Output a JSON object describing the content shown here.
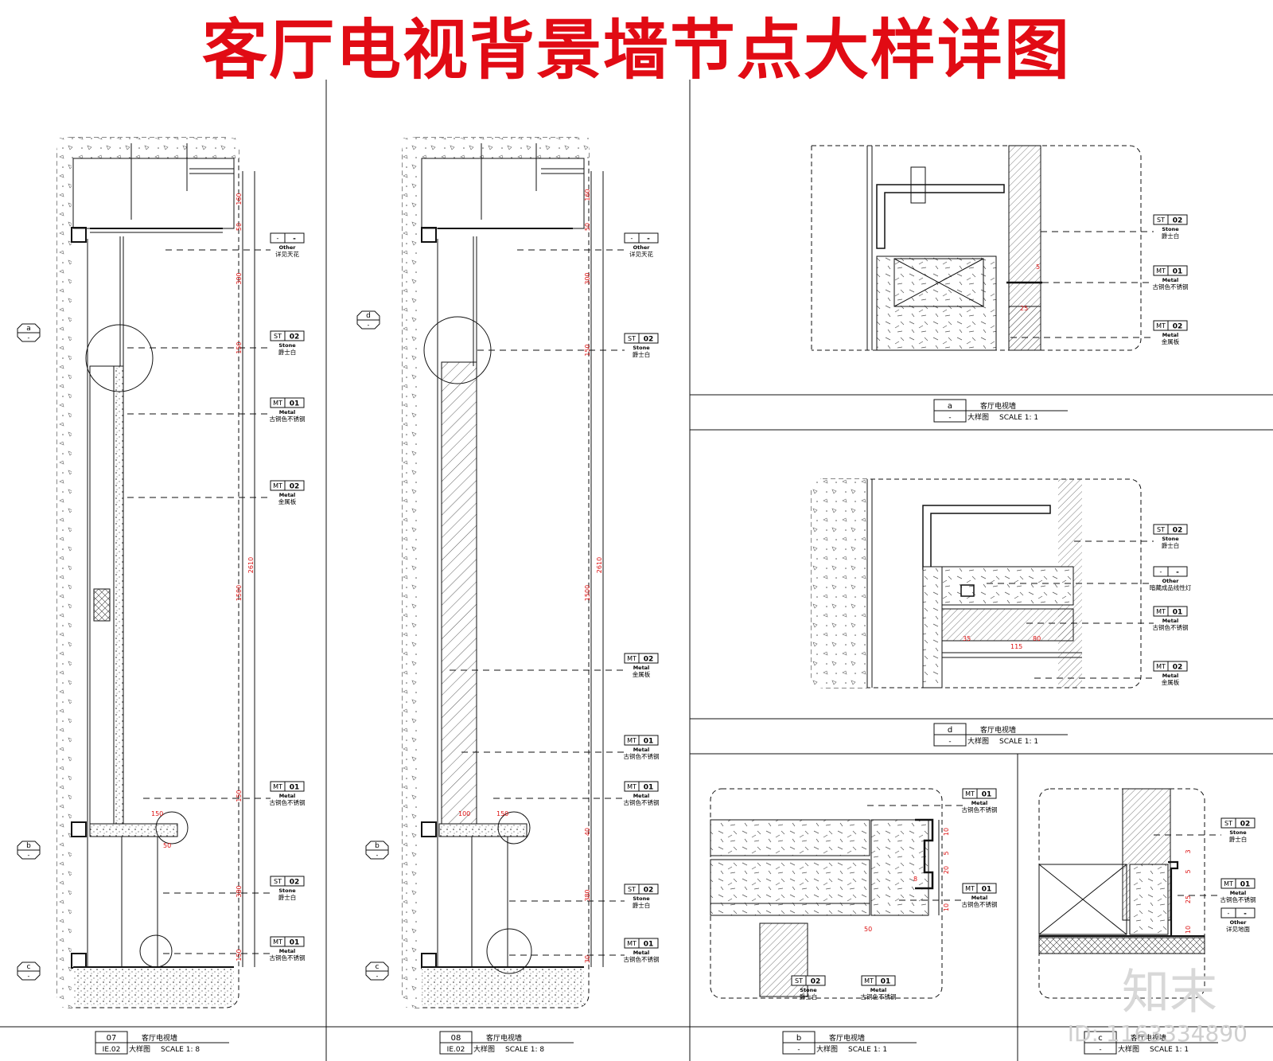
{
  "title": "客厅电视背景墙节点大样详图",
  "watermark": {
    "id": "ID: 1163334890",
    "logo": "知末"
  },
  "colors": {
    "title": "#e10b14",
    "dim": "#d11",
    "line": "#111"
  },
  "materials": {
    "other_ceiling": {
      "code": "-",
      "num": "-",
      "type": "Other",
      "name": "详见天花"
    },
    "st02": {
      "code": "ST",
      "num": "02",
      "type": "Stone",
      "name": "爵士白"
    },
    "mt01": {
      "code": "MT",
      "num": "01",
      "type": "Metal",
      "name": "古铜色不锈钢"
    },
    "mt02": {
      "code": "MT",
      "num": "02",
      "type": "Metal",
      "name": "金属板"
    },
    "other_light": {
      "code": "-",
      "num": "-",
      "type": "Other",
      "name": "暗藏成品线性灯"
    },
    "other_floor": {
      "code": "-",
      "num": "-",
      "type": "Other",
      "name": "详见地面"
    }
  },
  "sections": [
    {
      "id": "07",
      "sheet": "IE.02",
      "name": "客厅电视墙",
      "kind": "大样图",
      "scale": "SCALE 1: 8"
    },
    {
      "id": "08",
      "sheet": "IE.02",
      "name": "客厅电视墙",
      "kind": "大样图",
      "scale": "SCALE 1: 8"
    }
  ],
  "details": [
    {
      "id": "a",
      "sheet": "-",
      "name": "客厅电视墙",
      "kind": "大样图",
      "scale": "SCALE 1: 1"
    },
    {
      "id": "d",
      "sheet": "-",
      "name": "客厅电视墙",
      "kind": "大样图",
      "scale": "SCALE 1: 1"
    },
    {
      "id": "b",
      "sheet": "-",
      "name": "客厅电视墙",
      "kind": "大样图",
      "scale": "SCALE 1: 1"
    },
    {
      "id": "c",
      "sheet": "-",
      "name": "客厅电视墙",
      "kind": "大样图",
      "scale": "SCALE 1: 1"
    }
  ],
  "dims": {
    "sec07": [
      "160",
      "50",
      "300",
      "150",
      "1500",
      "2610",
      "150",
      "380",
      "50",
      "150",
      "50"
    ],
    "sec08": [
      "160",
      "50",
      "300",
      "150",
      "1500",
      "2610",
      "100",
      "150",
      "40",
      "380",
      "30"
    ],
    "det_d": [
      "35",
      "115",
      "80"
    ],
    "det_b": [
      "10",
      "5",
      "20",
      "8",
      "10",
      "50"
    ],
    "det_c": [
      "3",
      "5",
      "25",
      "10"
    ],
    "det_a": [
      "5",
      "25"
    ]
  },
  "callouts": {
    "a": "a",
    "b": "b",
    "c": "c",
    "d": "d",
    "b2": "b"
  }
}
